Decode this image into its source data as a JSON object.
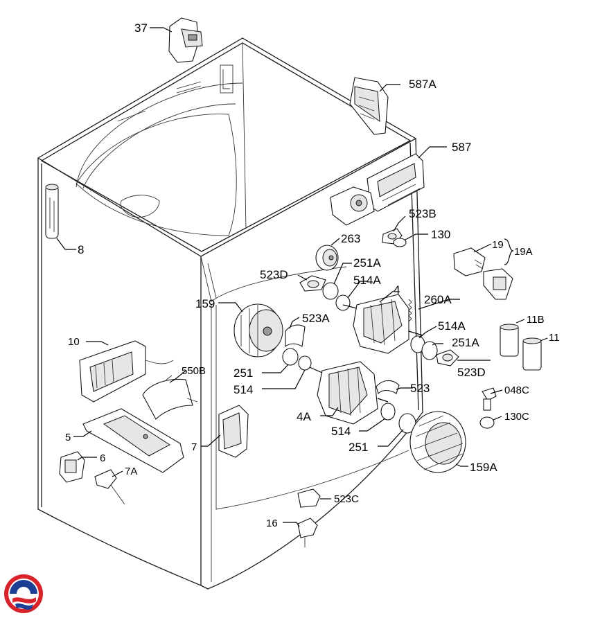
{
  "diagram": {
    "labels": {
      "p37": "37",
      "p587A": "587A",
      "p587": "587",
      "p8": "8",
      "p523B": "523B",
      "p263": "263",
      "p130": "130",
      "p19": "19",
      "p19A": "19A",
      "p523D_top": "523D",
      "p251A_top": "251A",
      "p514A_top": "514A",
      "p4": "4",
      "p260A": "260A",
      "p159": "159",
      "p523A": "523A",
      "p514A_mid": "514A",
      "p11B": "11B",
      "p11": "11",
      "p251A_mid": "251A",
      "p10": "10",
      "p251_top": "251",
      "p514_top": "514",
      "p523D_mid": "523D",
      "p550B": "550B",
      "p523": "523",
      "p048C": "048C",
      "p4A": "4A",
      "p130C": "130C",
      "p5": "5",
      "p7": "7",
      "p514_bot": "514",
      "p251_bot": "251",
      "p159A": "159A",
      "p6": "6",
      "p7A": "7A",
      "p523C": "523C",
      "p16": "16"
    },
    "colors": {
      "line": "#111111",
      "logo_red": "#d8232a",
      "logo_blue": "#1b3f95"
    }
  }
}
